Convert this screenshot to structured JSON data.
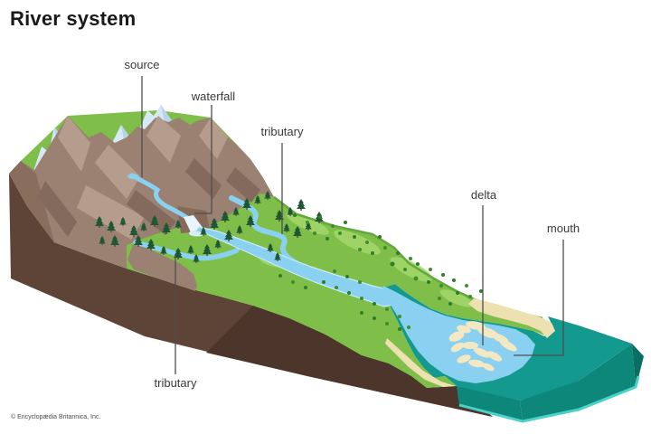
{
  "header": {
    "title": "River system"
  },
  "footer": {
    "copyright": "© Encyclopædia Britannica, Inc."
  },
  "diagram": {
    "labels": {
      "source": "source",
      "waterfall": "waterfall",
      "tributary_upper": "tributary",
      "delta": "delta",
      "mouth": "mouth",
      "tributary_lower": "tributary"
    },
    "colors": {
      "mountain_brown": "#9a8171",
      "soil_brown": "#5e4337",
      "soil_brown_dark": "#4c352b",
      "valley_green": "#7ebe49",
      "green_edge_dark": "#61a93c",
      "river_blue": "#8ad0f0",
      "waterfall_white": "#e8f5fd",
      "sea_teal": "#13998d",
      "sea_front": "#0e877b",
      "sea_side": "#0a6e62",
      "sea_edge_glow": "#4ad2c8",
      "sand": "#ede1b2",
      "delta_sand": "#f2e8c4",
      "snow": "#d6e9f7",
      "label_text": "#3a3a3a",
      "pointer_line": "#4d4d4d"
    }
  }
}
